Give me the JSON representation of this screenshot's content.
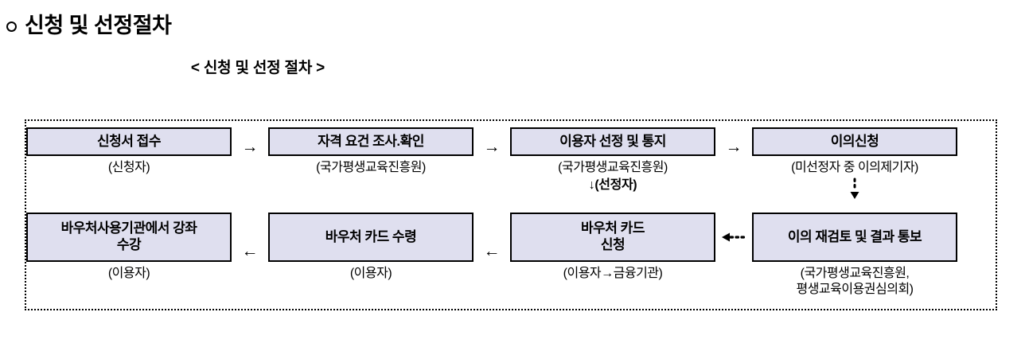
{
  "heading": {
    "bullet_icon": "ring-bullet-icon",
    "text": "신청 및 선정절차"
  },
  "diagram": {
    "title": "< 신청 및 선정 절차 >",
    "box_fill_color": "#dfdfef",
    "border_color": "#000000",
    "frame_style": "dotted",
    "rows": [
      {
        "nodes": [
          {
            "title": "신청서 접수",
            "sub": "(신청자)",
            "extra": ""
          },
          {
            "title": "자격 요건 조사.확인",
            "sub": "(국가평생교육진흥원)",
            "extra": ""
          },
          {
            "title": "이용자 선정 및 통지",
            "sub": "(국가평생교육진흥원)",
            "extra": "↓(선정자)"
          },
          {
            "title": "이의신청",
            "sub": "(미선정자 중 이의제기자)",
            "extra": ""
          }
        ],
        "arrows": [
          "→",
          "→",
          "→"
        ]
      },
      {
        "nodes": [
          {
            "title": "바우처사용기관에서 강좌\n수강",
            "sub": "(이용자)",
            "extra": ""
          },
          {
            "title": "바우처 카드 수령",
            "sub": "(이용자)",
            "extra": ""
          },
          {
            "title": "바우처 카드\n신청",
            "sub": "(이용자→금융기관)",
            "extra": ""
          },
          {
            "title": "이의 재검토 및 결과 통보",
            "sub": "(국가평생교육진흥원,\n평생교육이용권심의회)",
            "extra": ""
          }
        ],
        "arrows": [
          "←",
          "←",
          "◄···"
        ]
      }
    ]
  }
}
